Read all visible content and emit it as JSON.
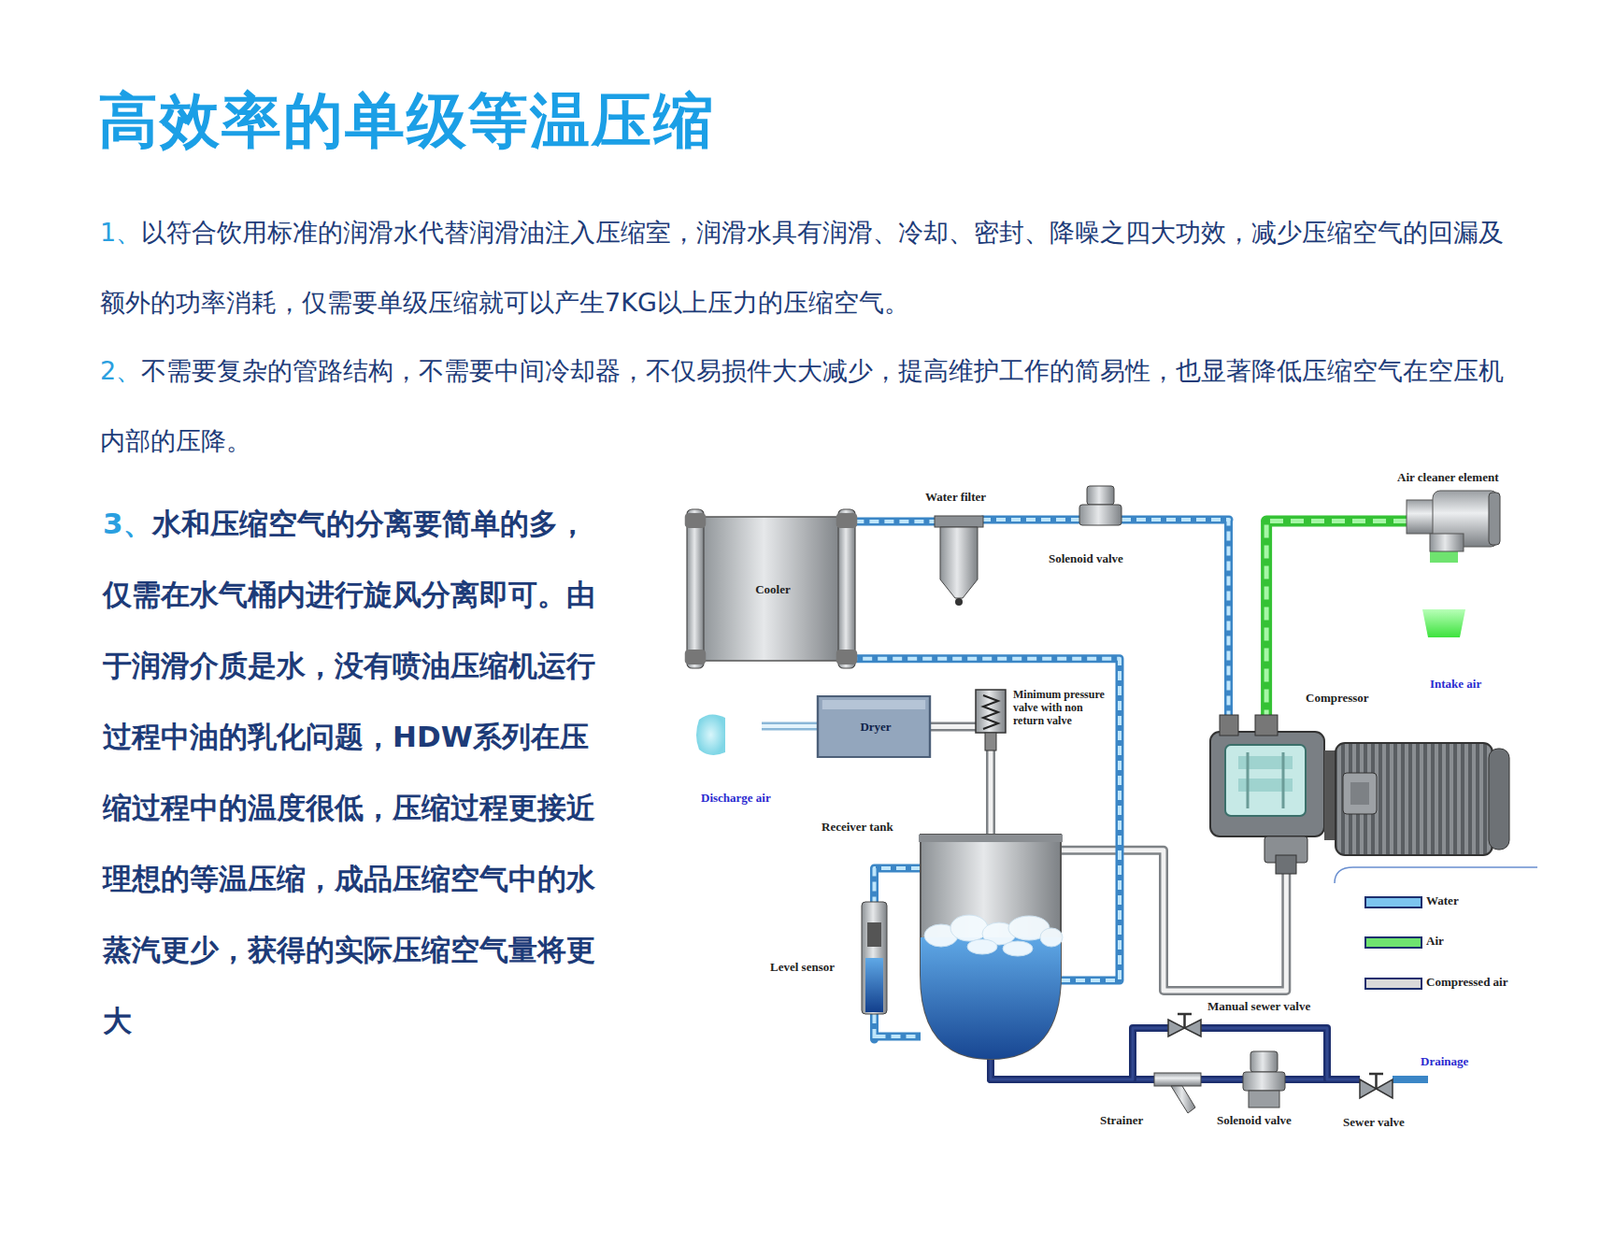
{
  "diagram": {
    "title": "高效率的单级等温压缩",
    "nodes": [
      {
        "text": [
          "Cooler"
        ]
      },
      {
        "text": [
          "Water filter"
        ]
      },
      {
        "text": [
          "Air cleaner element"
        ]
      },
      {
        "text": [
          "Solenoid valve"
        ]
      },
      {
        "text": [
          "Compressor"
        ]
      },
      {
        "text": [
          "Dryer"
        ]
      },
      {
        "text": [
          "Minimum pressure valve with non return valve"
        ]
      },
      {
        "text": [
          "Receiver tank"
        ]
      },
      {
        "text": [
          "Level sensor"
        ]
      },
      {
        "text": [
          "Manual sewer valve"
        ]
      },
      {
        "text": [
          "Strainer"
        ]
      },
      {
        "text": [
          "Solenoid valve"
        ]
      },
      {
        "text": [
          "Sewer valve"
        ]
      }
    ],
    "edges": [
      {
        "from": 0,
        "to": 1,
        "arrow": "none"
      },
      {
        "from": 1,
        "to": 3,
        "arrow": "none"
      },
      {
        "from": 3,
        "to": 4,
        "arrow": "none"
      },
      {
        "from": 2,
        "to": 4,
        "arrow": "none"
      },
      {
        "from": 4,
        "to": 7,
        "arrow": "none"
      },
      {
        "from": 7,
        "to": 0,
        "arrow": "none"
      },
      {
        "from": 7,
        "to": 6,
        "arrow": "none"
      },
      {
        "from": 6,
        "to": 5,
        "arrow": "none"
      },
      {
        "from": 7,
        "to": 8,
        "arrow": "none"
      },
      {
        "from": 8,
        "to": 7,
        "arrow": "none"
      },
      {
        "from": 7,
        "to": 10,
        "arrow": "none"
      },
      {
        "from": 10,
        "to": 11,
        "arrow": "none"
      },
      {
        "from": 11,
        "to": 12,
        "arrow": "none"
      },
      {
        "from": 7,
        "to": 9,
        "arrow": "none"
      },
      {
        "from": 9,
        "to": 12,
        "arrow": "none"
      }
    ],
    "labels": [
      "1、",
      "以符合饮用标准的润滑水代替润滑油注入压缩室，润滑水具有润滑、冷却、密封、降噪之四大功效，减少压缩空气的回漏及额外的功率消耗，仅需要单级压缩就可以产生7KG以上压力的压缩空气。",
      "2、",
      "不需要复杂的管路结构，不需要中间冷却器，不仅易损件大大减少，提高维护工作的简易性，也显著降低压缩空气在空压机内部的压降。",
      "3、",
      "水和压缩空气的分离要简单的多，仅需在水气桶内进行旋风分离即可。由于润滑介质是水，没有喷油压缩机运行过程中油的乳化问题，HDW系列在压缩过程中的温度很低，压缩过程更接近理想的等温压缩，成品压缩空气中的水蒸汽更少，获得的实际压缩空气量将更大",
      "Intake air",
      "Discharge air",
      "Drainage"
    ],
    "legend": [
      {
        "text": "Water",
        "color": "#7cc4ef"
      },
      {
        "text": "Air",
        "color": "#6fe36f"
      },
      {
        "text": "Compressed air",
        "color": "#d9d9d9"
      }
    ]
  }
}
